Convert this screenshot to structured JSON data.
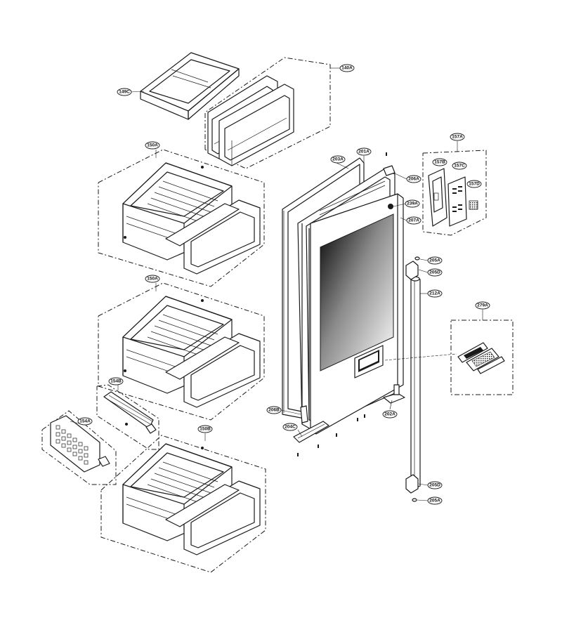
{
  "labels": {
    "l140A": "140A",
    "l149C": "149C",
    "l150A_1": "150A",
    "l150A_2": "150A",
    "l150B": "150B",
    "l154A": "154A",
    "l154B": "154B",
    "l157A": "157A",
    "l157B": "157B",
    "l157C": "157C",
    "l157D": "157D",
    "l201A": "201A",
    "l202A": "202A",
    "l203A": "203A",
    "l204C": "204C",
    "l205A_1": "205A",
    "l205A_2": "205A",
    "l205D_1": "205D",
    "l205D_2": "205D",
    "l206A": "206A",
    "l206B": "206B",
    "l207A": "207A",
    "l212A": "212A",
    "l239A": "239A",
    "l279A": "279A"
  },
  "colors": {
    "line": "#1a1a1a",
    "background": "#ffffff"
  }
}
